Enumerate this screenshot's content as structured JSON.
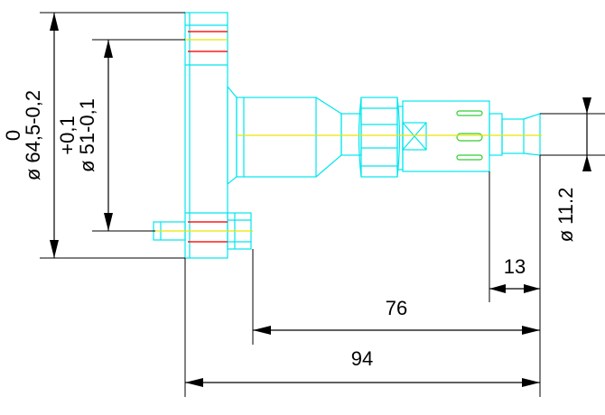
{
  "dimensions": {
    "d64_zero": "0",
    "d64_main": "ø 64,5-0,2",
    "d51_plus": "+0,1",
    "d51_main": "ø 51-0,1",
    "d112": "ø 11.2",
    "len13": "13",
    "len76": "76",
    "len94": "94"
  },
  "colors": {
    "outline": "#00e5ee",
    "centerline": "#e6e600",
    "seal": "#ff1a1a",
    "slot": "#33cc33",
    "dimension": "#000000"
  }
}
